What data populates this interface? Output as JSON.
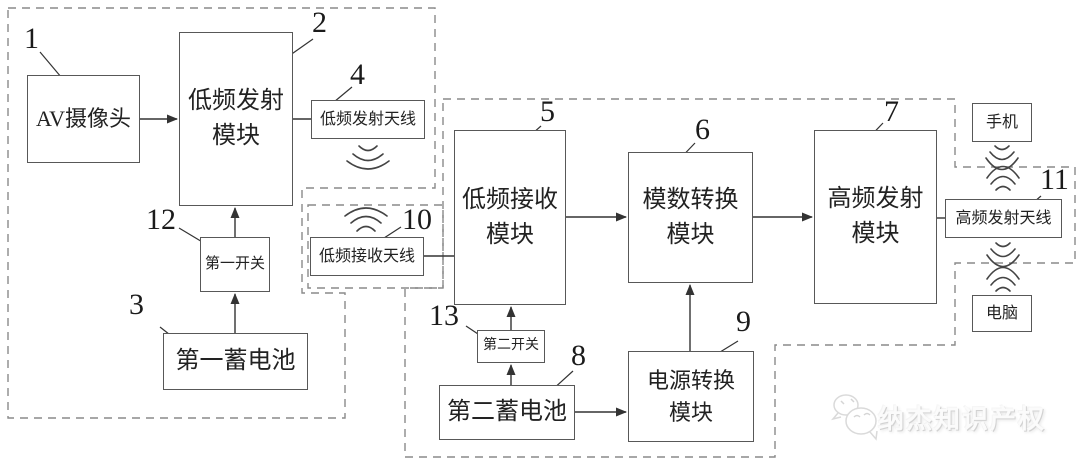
{
  "figure": {
    "blocks": {
      "av_camera": {
        "label": "AV摄像头",
        "ref": "1"
      },
      "lf_tx": {
        "label": "低频发射\n模块",
        "ref": "2"
      },
      "lf_tx_antenna": {
        "label": "低频发射天线",
        "ref": "4"
      },
      "switch1": {
        "label": "第一开关",
        "ref": "12"
      },
      "battery1": {
        "label": "第一蓄电池",
        "ref": "3"
      },
      "lf_rx_antenna": {
        "label": "低频接收天线",
        "ref": "10"
      },
      "lf_rx": {
        "label": "低频接收\n模块",
        "ref": "5"
      },
      "adc": {
        "label": "模数转换\n模块",
        "ref": "6"
      },
      "hf_tx": {
        "label": "高频发射\n模块",
        "ref": "7"
      },
      "hf_tx_antenna": {
        "label": "高频发射天线",
        "ref": "11"
      },
      "switch2": {
        "label": "第二开关",
        "ref": "13"
      },
      "battery2": {
        "label": "第二蓄电池",
        "ref": "8"
      },
      "power_conv": {
        "label": "电源转换\n模块",
        "ref": "9"
      },
      "phone": {
        "label": "手机"
      },
      "computer": {
        "label": "电脑"
      }
    },
    "watermark": {
      "text": "纳杰知识产权"
    },
    "colors": {
      "line": "#333333",
      "dashed": "#8a8a8a",
      "box_border": "#585858"
    }
  }
}
